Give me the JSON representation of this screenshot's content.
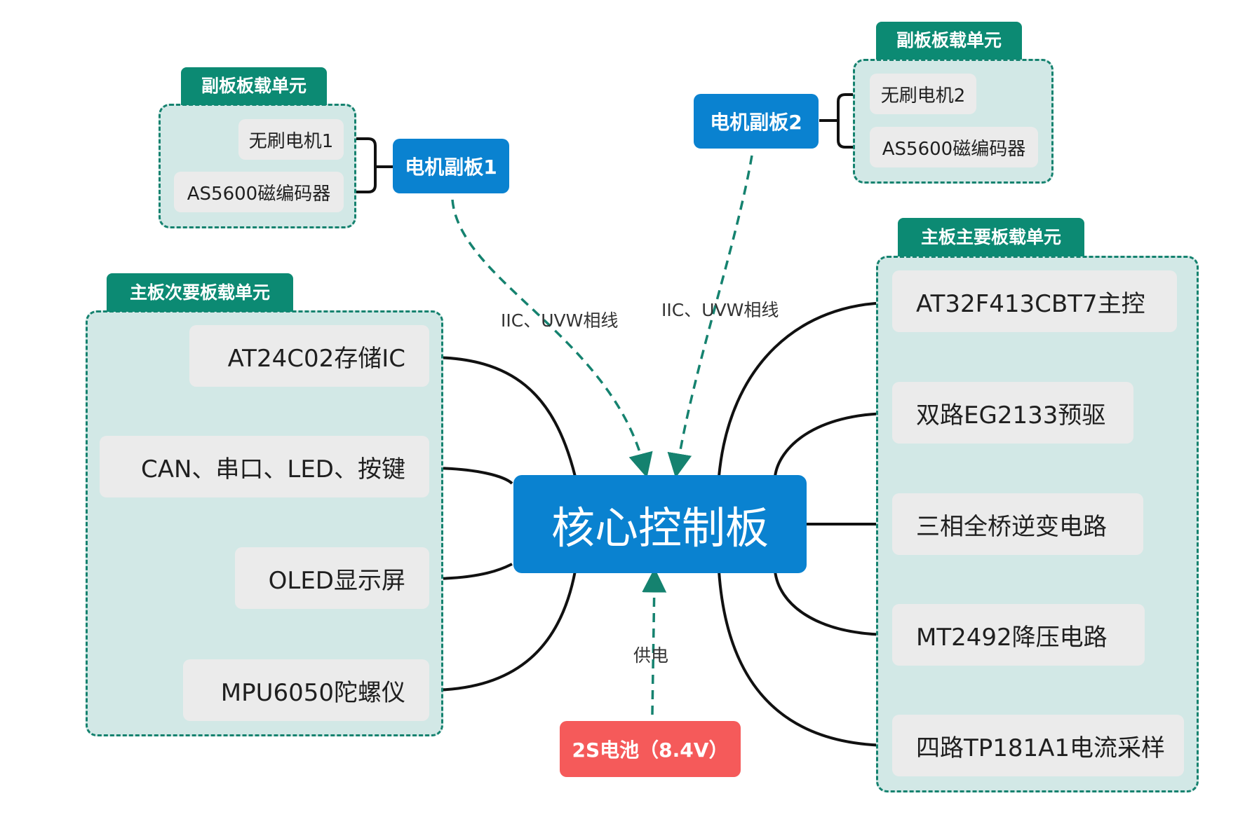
{
  "core": {
    "label": "核心控制板"
  },
  "motor_board_1": {
    "label": "电机副板1",
    "group_title": "副板板载单元",
    "items": [
      "无刷电机1",
      "AS5600磁编码器"
    ]
  },
  "motor_board_2": {
    "label": "电机副板2",
    "group_title": "副板板载单元",
    "items": [
      "无刷电机2",
      "AS5600磁编码器"
    ]
  },
  "secondary_group": {
    "title": "主板次要板载单元",
    "items": [
      "AT24C02存储IC",
      "CAN、串口、LED、按键",
      "OLED显示屏",
      "MPU6050陀螺仪"
    ]
  },
  "main_group": {
    "title": "主板主要板载单元",
    "items": [
      "AT32F413CBT7主控",
      "双路EG2133预驱",
      "三相全桥逆变电路",
      "MT2492降压电路",
      "四路TP181A1电流采样"
    ]
  },
  "battery": {
    "label": "2S电池（8.4V）"
  },
  "edge_labels": {
    "motor1_link": "IIC、UVW相线",
    "motor2_link": "IIC、UVW相线",
    "power": "供电"
  },
  "colors": {
    "group_fill": "#d2e8e6",
    "group_border": "#15826f",
    "group_title": "#0c8a73",
    "node_blue": "#0a82d0",
    "battery_red": "#f55a5a",
    "item_fill": "#ebebeb"
  }
}
